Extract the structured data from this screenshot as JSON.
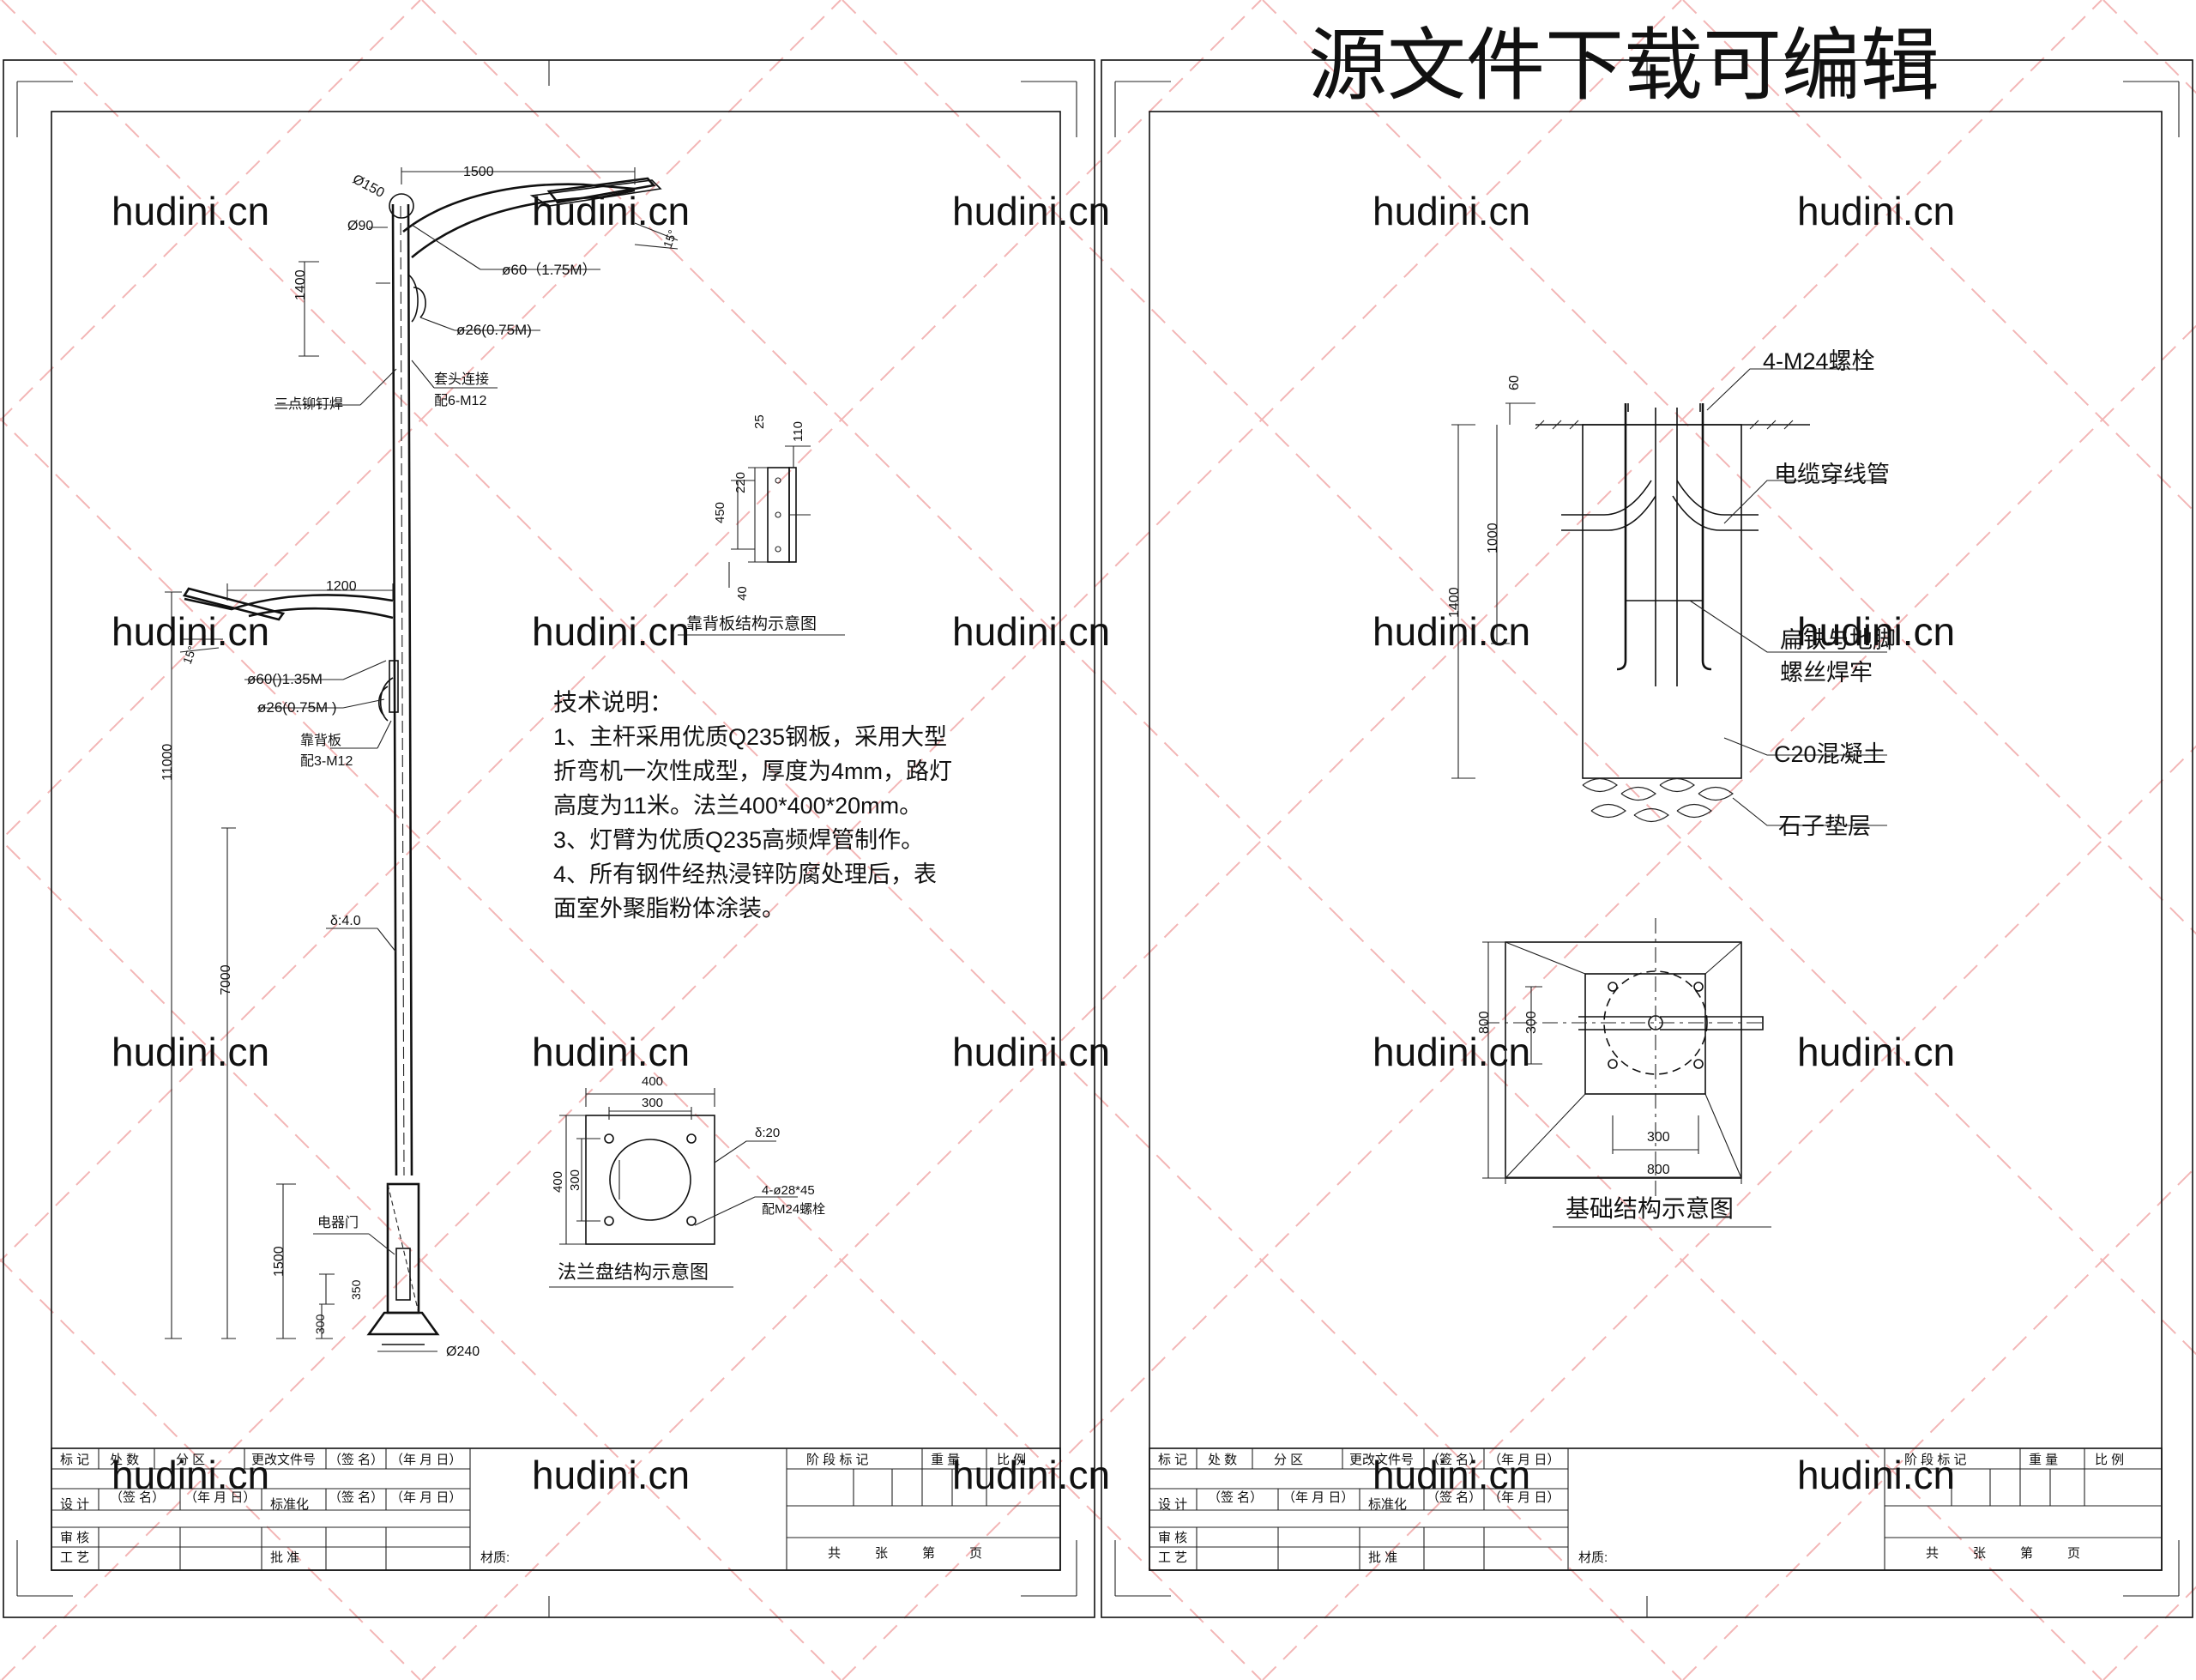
{
  "watermark": {
    "banner": "源文件下载可编辑",
    "site": "hudini.cn",
    "color": "#f0a8a8"
  },
  "left_sheet": {
    "pole": {
      "d_150": "Ø150",
      "d_90": "Ø90",
      "d_240": "Ø240",
      "dim_1500_top": "1500",
      "dim_1200": "1200",
      "dim_1400": "1400",
      "dim_11000": "11000",
      "dim_7000": "7000",
      "dim_1500_bottom": "1500",
      "dim_350": "350",
      "dim_300": "300",
      "angle_upper": "15°",
      "angle_lower": "15°",
      "arm_upper_pipe": "ø60（1.75M）",
      "arm_upper_brace": "ø26(0.75M)",
      "sleeve_joint": "套头连接",
      "sleeve_bolts": "配6-M12",
      "rivet_weld": "三点铆钉焊",
      "arm_lower_pipe": "ø60()1.35M",
      "arm_lower_brace": "ø26(0.75M )",
      "backing_plate": "靠背板",
      "backing_bolts": "配3-M12",
      "wall_thickness": "δ:4.0",
      "electrical_door": "电器门"
    },
    "backing_plate_detail": {
      "title": "靠背板结构示意图",
      "d25": "25",
      "d110": "110",
      "d220": "220",
      "d450": "450",
      "d40": "40"
    },
    "tech_notes": {
      "heading": "技术说明：",
      "lines": [
        "1、主杆采用优质Q235钢板，采用大型",
        "折弯机一次性成型，厚度为4mm，路灯",
        "高度为11米。法兰400*400*20mm。",
        "3、灯臂为优质Q235高频焊管制作。",
        "4、所有钢件经热浸锌防腐处理后，表",
        "面室外聚脂粉体涂装。"
      ]
    },
    "flange_detail": {
      "title": "法兰盘结构示意图",
      "w400": "400",
      "w300": "300",
      "h400": "400",
      "h300": "300",
      "thickness": "δ:20",
      "holes": "4-ø28*45",
      "bolts": "配M24螺栓"
    }
  },
  "right_sheet": {
    "foundation_section": {
      "bolts": "4-M24螺栓",
      "cable_conduit": "电缆穿线管",
      "flat_iron_1": "扁铁与地脚",
      "flat_iron_2": "螺丝焊牢",
      "concrete": "C20混凝土",
      "gravel": "石子垫层",
      "d60": "60",
      "d1000": "1000",
      "d1400": "1400"
    },
    "foundation_plan": {
      "title": "基础结构示意图",
      "d800_v": "800",
      "d300_v": "300",
      "d300_h": "300",
      "d800_h": "800"
    }
  },
  "title_block": {
    "row1": [
      "标 记",
      "处 数",
      "分 区",
      "更改文件号",
      "（签 名）",
      "（年 月 日）"
    ],
    "row2": [
      "设 计",
      "（签 名）",
      "（年 月 日）",
      "标准化",
      "（签 名）",
      "（年 月 日）"
    ],
    "review": "审 核",
    "process": "工 艺",
    "approve": "批 准",
    "material": "材质:",
    "stage_left": "阶 段 标 记",
    "stage_right": "阶 段 标 记",
    "weight": "重 量",
    "scale": "比 例",
    "sheets": [
      "共",
      "张",
      "第",
      "页"
    ]
  }
}
